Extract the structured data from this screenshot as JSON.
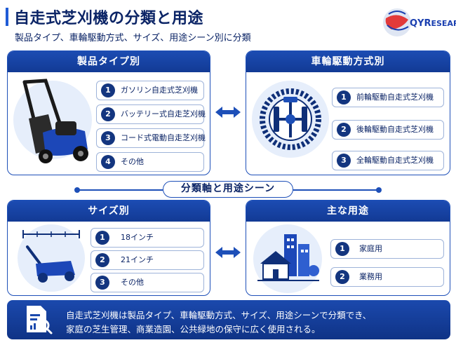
{
  "title": "自走式芝刈機の分類と用途",
  "subtitle": "製品タイプ、車輪駆動方式、サイズ、用途シーン別に分類",
  "logo": {
    "brand_q": "QY",
    "brand_r": "R",
    "brand_rest": "ESEARCH"
  },
  "panels": {
    "product_type": {
      "header": "製品タイプ別",
      "items": [
        {
          "num": "1",
          "label": "ガソリン自走式芝刈機"
        },
        {
          "num": "2",
          "label": "バッテリー式自走芝刈機"
        },
        {
          "num": "3",
          "label": "コード式電動自走芝刈機"
        },
        {
          "num": "4",
          "label": "その他"
        }
      ]
    },
    "drive": {
      "header": "車輪駆動方式別",
      "items": [
        {
          "num": "1",
          "label": "前輪駆動自走式芝刈機"
        },
        {
          "num": "2",
          "label": "後輪駆動自走式芝刈機"
        },
        {
          "num": "3",
          "label": "全輪駆動自走式芝刈機"
        }
      ]
    },
    "size": {
      "header": "サイズ別",
      "items": [
        {
          "num": "1",
          "label": "18インチ"
        },
        {
          "num": "2",
          "label": "21インチ"
        },
        {
          "num": "3",
          "label": "その他"
        }
      ]
    },
    "usage": {
      "header": "主な用途",
      "items": [
        {
          "num": "1",
          "label": "家庭用"
        },
        {
          "num": "2",
          "label": "業務用"
        }
      ]
    }
  },
  "divider": "分類軸と用途シーン",
  "footer": {
    "line1": "自走式芝刈機は製品タイプ、車輪駆動方式、サイズ、用途シーンで分類でき、",
    "line2": "家庭の芝生管理、商業造園、公共緑地の保守に広く使用される。"
  }
}
